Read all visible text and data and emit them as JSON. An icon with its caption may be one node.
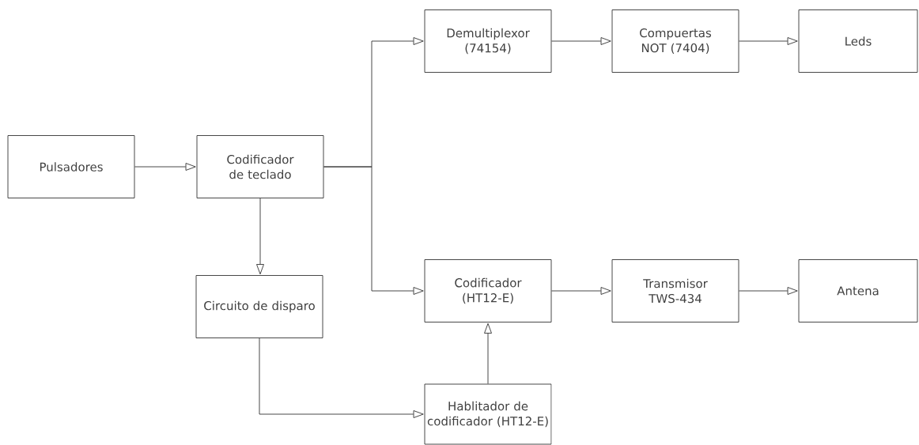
{
  "diagram": {
    "nodes": [
      {
        "text": [
          "Pulsadores"
        ]
      },
      {
        "text": [
          "Codificador de teclado"
        ]
      },
      {
        "text": [
          "Demultiplexor (74154)"
        ]
      },
      {
        "text": [
          "Compuertas NOT (7404)"
        ]
      },
      {
        "text": [
          "Leds"
        ]
      },
      {
        "text": [
          "Circuito de disparo"
        ]
      },
      {
        "text": [
          "Codificador (HT12-E)"
        ]
      },
      {
        "text": [
          "Transmisor TWS-434"
        ]
      },
      {
        "text": [
          "Antena"
        ]
      },
      {
        "text": [
          "Hablitador de codificador (HT12-E)"
        ]
      }
    ],
    "edges": [
      {
        "from": 0,
        "to": 1,
        "arrow": "to"
      },
      {
        "from": 1,
        "to": 2,
        "arrow": "to"
      },
      {
        "from": 1,
        "to": 6,
        "arrow": "to"
      },
      {
        "from": 2,
        "to": 3,
        "arrow": "to"
      },
      {
        "from": 3,
        "to": 4,
        "arrow": "to"
      },
      {
        "from": 1,
        "to": 5,
        "arrow": "to"
      },
      {
        "from": 6,
        "to": 7,
        "arrow": "to"
      },
      {
        "from": 7,
        "to": 8,
        "arrow": "to"
      },
      {
        "from": 5,
        "to": 9,
        "arrow": "to"
      },
      {
        "from": 9,
        "to": 6,
        "arrow": "to"
      }
    ]
  }
}
